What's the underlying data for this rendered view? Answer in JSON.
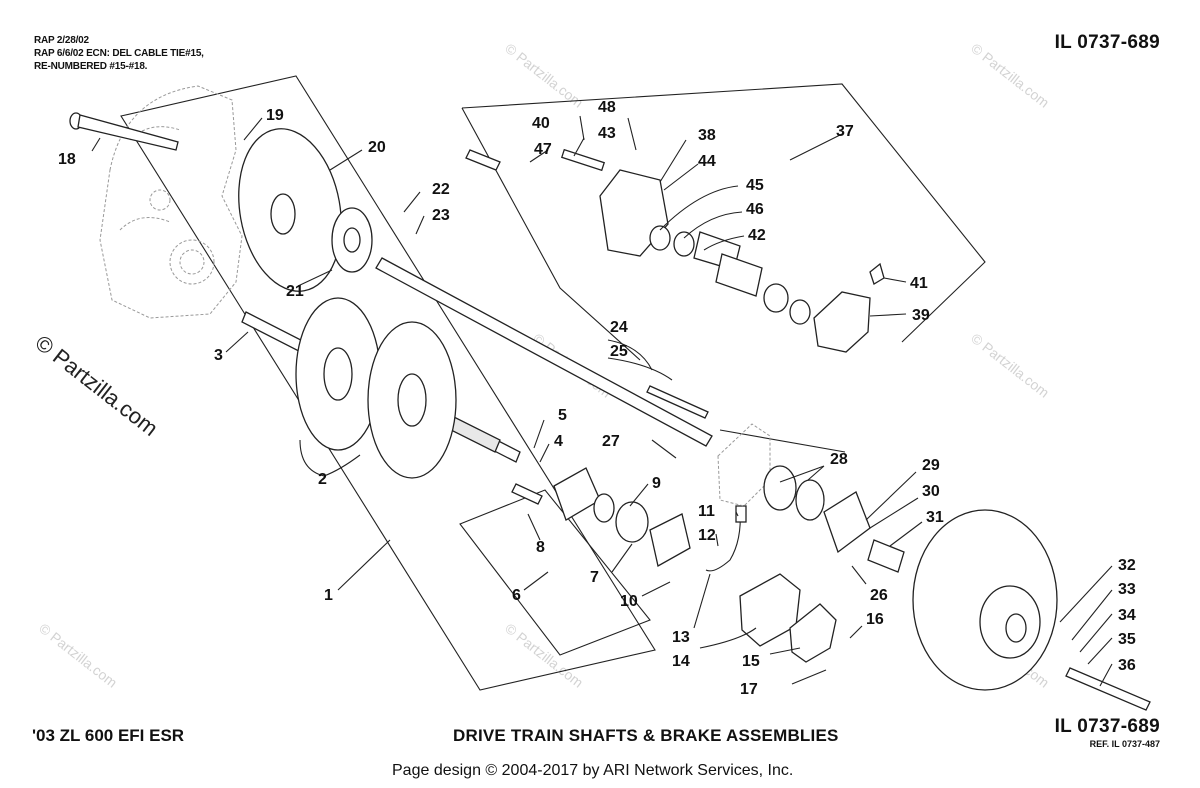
{
  "revision_notes": [
    "RAP 2/28/02",
    "RAP 6/6/02 ECN: DEL CABLE TIE#15,",
    "RE-NUMBERED #15-#18."
  ],
  "illustration_id_top": "IL 0737-689",
  "illustration_id_bottom": "IL 0737-689",
  "reference_id": "REF. IL 0737-487",
  "model": "'03 ZL 600 EFI ESR",
  "title": "DRIVE TRAIN SHAFTS & BRAKE ASSEMBLIES",
  "credit": "Page design © 2004-2017 by ARI Network Services, Inc.",
  "watermark": "© Partzilla.com",
  "callouts": [
    "1",
    "2",
    "3",
    "4",
    "5",
    "6",
    "7",
    "8",
    "9",
    "10",
    "11",
    "12",
    "13",
    "14",
    "15",
    "16",
    "17",
    "18",
    "19",
    "20",
    "21",
    "22",
    "23",
    "24",
    "25",
    "26",
    "27",
    "28",
    "29",
    "30",
    "31",
    "32",
    "33",
    "34",
    "35",
    "36",
    "37",
    "38",
    "39",
    "40",
    "41",
    "42",
    "43",
    "44",
    "45",
    "46",
    "47",
    "48"
  ]
}
